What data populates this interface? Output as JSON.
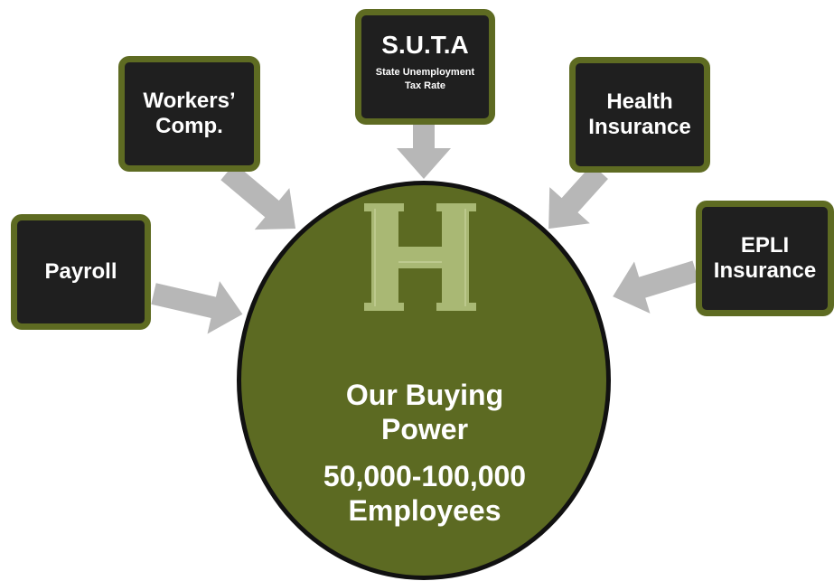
{
  "boxes": {
    "payroll": {
      "label": "Payroll"
    },
    "workers_comp": {
      "line1": "Workers’",
      "line2": "Comp."
    },
    "suta": {
      "label": "S.U.T.A",
      "sub_line1": "State Unemployment",
      "sub_line2": "Tax Rate"
    },
    "health": {
      "line1": "Health",
      "line2": "Insurance"
    },
    "epli": {
      "line1": "EPLI",
      "line2": "Insurance"
    }
  },
  "logo": {
    "letter": "H"
  },
  "center": {
    "line1": "Our Buying",
    "line2": "Power",
    "count_line1": "50,000-100,000",
    "count_line2": "Employees"
  },
  "colors": {
    "box_fill": "#1f1f1f",
    "box_border": "#5e6b22",
    "circle_fill": "#5c6a22",
    "arrow": "#b7b7b7",
    "logo": "#a9b874"
  }
}
